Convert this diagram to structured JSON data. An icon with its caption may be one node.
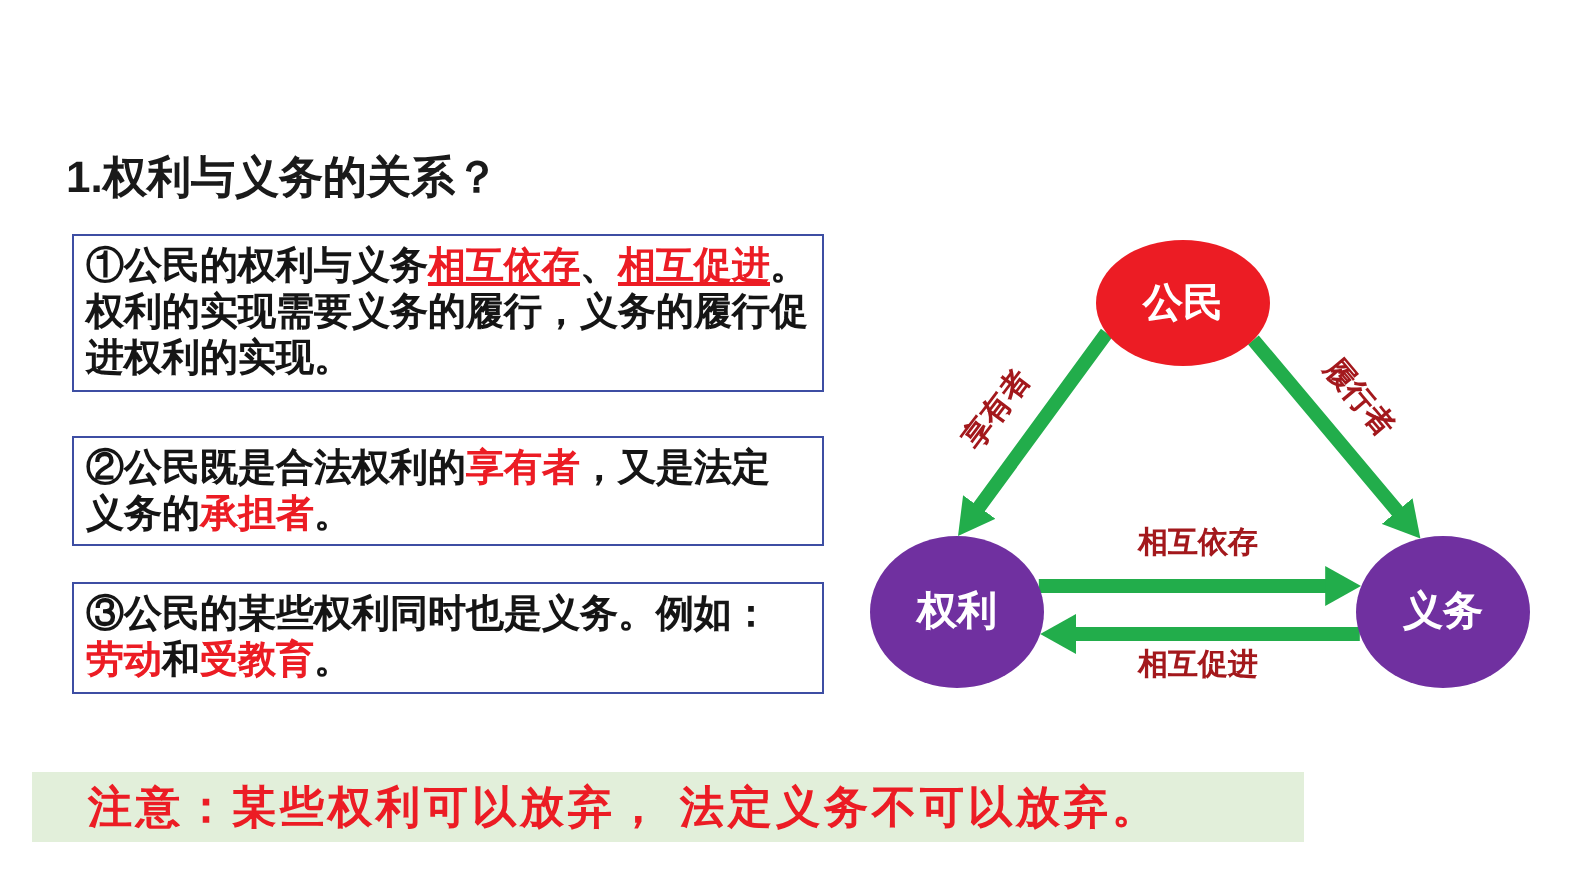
{
  "diagram": {
    "title": "1.权利与义务的关系？",
    "nodes": [
      {
        "text": [
          "①公民的权利与义务**相互依存**、**相互促进**。权利的实现需要义务的履行，义务的履行促进权利的实现。"
        ]
      },
      {
        "text": [
          "②公民既是合法权利的**享有者**，又是法定义务的**承担者**。"
        ]
      },
      {
        "text": [
          "③公民的某些权利同时也是义务。例如：**劳动**和**受教育**。"
        ]
      },
      {
        "text": [
          "公民"
        ]
      },
      {
        "text": [
          "权利"
        ]
      },
      {
        "text": [
          "义务"
        ]
      },
      {
        "text": [
          "注意：某些权利可以放弃， 法定义务不可以放弃。"
        ]
      }
    ],
    "edges": [
      {
        "from": 3,
        "to": 4,
        "arrow": "to",
        "label": "享有者"
      },
      {
        "from": 3,
        "to": 5,
        "arrow": "to",
        "label": "履行者"
      },
      {
        "from": 4,
        "to": 5,
        "arrow": "to",
        "label": "相互依存"
      },
      {
        "from": 5,
        "to": 4,
        "arrow": "to",
        "label": "相互促进"
      }
    ]
  }
}
